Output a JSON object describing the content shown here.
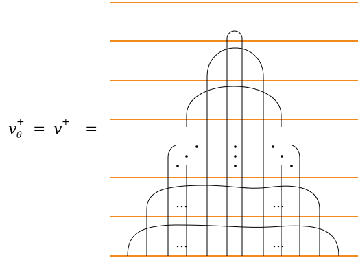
{
  "equation": {
    "lhs_symbol": "v",
    "lhs_superscript": "+",
    "lhs_subscript": "θ",
    "equals_1": "=",
    "rhs_symbol": "v",
    "rhs_superscript": "+",
    "equals_2": "="
  },
  "diagram": {
    "colors": {
      "level_lines": "#f08a1c",
      "strands": "#000000"
    },
    "horizontal_level_count": 7,
    "ellipsis": "…"
  }
}
